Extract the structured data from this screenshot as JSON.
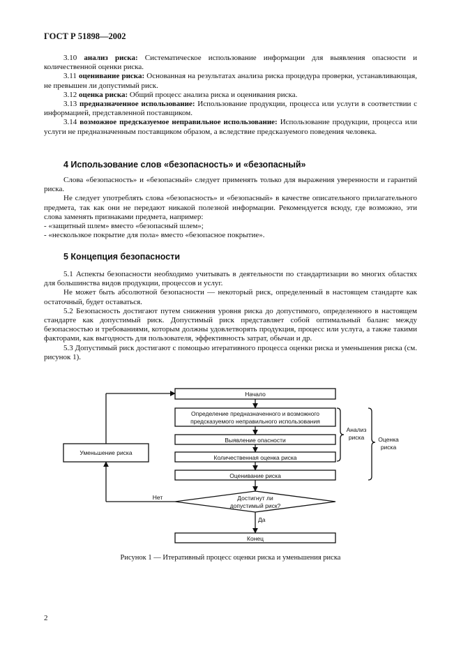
{
  "header": "ГОСТ Р 51898—2002",
  "definitions": [
    {
      "num": "3.10",
      "term": "анализ риска:",
      "text": "Систематическое использование информации для выявления опасности и количественной оценки риска."
    },
    {
      "num": "3.11",
      "term": "оценивание риска:",
      "text": "Основанная на результатах анализа риска процедура проверки, устанавливающая, не превышен ли допустимый риск."
    },
    {
      "num": "3.12",
      "term": "оценка риска:",
      "text": "Общий процесс анализа риска и оценивания риска."
    },
    {
      "num": "3.13",
      "term": "предназначенное использование:",
      "text": "Использование продукции, процесса или услуги в соответствии с информацией, представленной поставщиком."
    },
    {
      "num": "3.14",
      "term": "возможное предсказуемое неправильное использование:",
      "text": "Использование продукции, процесса или услуги не предназначенным поставщиком образом, а вследствие предсказуемого поведения человека."
    }
  ],
  "section4": {
    "title": "4 Использование слов «безопасность» и «безопасный»",
    "p1": "Слова «безопасность» и «безопасный» следует применять только для выражения уверенности и гарантий риска.",
    "p2": "Не следует употреблять слова «безопасность» и «безопасный» в качестве описательного прилагательного предмета, так как они не передают никакой полезной информации. Рекомендуется всюду, где возможно, эти слова заменять признаками предмета, например:",
    "li1": "- «защитный шлем» вместо «безопасный шлем»;",
    "li2": "- «нескользкое покрытие для пола» вместо «безопасное покрытие»."
  },
  "section5": {
    "title": "5 Концепция безопасности",
    "p1": "5.1 Аспекты безопасности необходимо учитывать в деятельности по стандартизации во многих областях для большинства видов продукции, процессов и услуг.",
    "p2": "Не может быть абсолютной безопасности — некоторый риск, определенный в настоящем стандарте как остаточный, будет оставаться.",
    "p3": "5.2 Безопасность достигают путем снижения уровня риска до допустимого, определенного в настоящем стандарте как допустимый риск. Допустимый риск представляет собой оптимальный баланс между безопасностью и требованиями, которым должны удовлетворять продукция, процесс или услуга, а также такими факторами, как выгодность для пользователя, эффективность затрат, обычаи и др.",
    "p4": "5.3 Допустимый риск достигают с помощью итеративного процесса оценки риска и уменьшения риска (см. рисунок 1)."
  },
  "flowchart": {
    "start": "Начало",
    "step1_line1": "Определение предназначенного и возможного",
    "step1_line2": "предсказуемого неправильного использования",
    "step2": "Выявление опасности",
    "step3": "Количественная оценка риска",
    "step4": "Оценивание риска",
    "decision_line1": "Достигнут ли",
    "decision_line2": "допустимый риск?",
    "no_label": "Нет",
    "yes_label": "Да",
    "end": "Конец",
    "reduce": "Уменьшение риска",
    "brace_analysis_line1": "Анализ",
    "brace_analysis_line2": "риска",
    "brace_assessment_line1": "Оценка",
    "brace_assessment_line2": "риска"
  },
  "caption": "Рисунок 1 — Итеративный процесс оценки риска и уменьшения риска",
  "page_number": "2"
}
